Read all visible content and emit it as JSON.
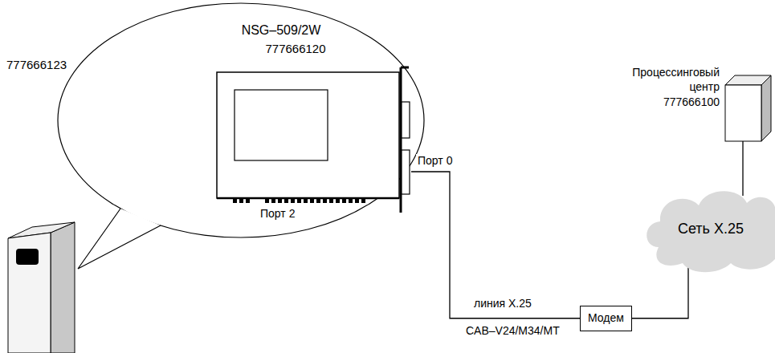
{
  "diagram": {
    "nodes": [
      {
        "text": [
          "NSG–509/2W"
        ]
      },
      {
        "text": [
          "777666120"
        ],
        "in": 0
      },
      {
        "text": [
          "777666123"
        ]
      },
      {
        "text": [
          "Процессинговый центр",
          "777666100"
        ]
      },
      {
        "text": [
          "Сеть X.25"
        ]
      },
      {
        "text": [
          "Модем"
        ]
      }
    ],
    "edges": [
      {
        "from": 1,
        "to": 5,
        "arrow": "none",
        "label": "линия X.25"
      },
      {
        "from": 5,
        "to": 4,
        "arrow": "none"
      },
      {
        "from": 4,
        "to": 3,
        "arrow": "none"
      }
    ],
    "labels": [
      "Порт 0",
      "Порт 2",
      "CAB–V24/M34/MT"
    ]
  }
}
